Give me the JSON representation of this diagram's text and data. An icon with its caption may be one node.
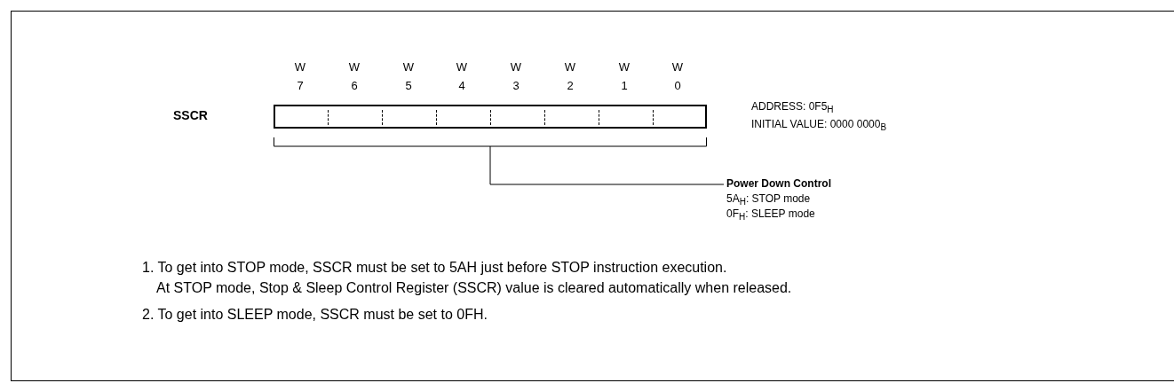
{
  "diagram": {
    "nodes": [
      {
        "text": [],
        "shape": "box"
      },
      {
        "text": [
          "Power Down Control",
          "5A$_{H}$: STOP mode",
          "0F$_{H}$: SLEEP mode"
        ]
      }
    ],
    "edges": [
      {
        "from": 0,
        "to": 1,
        "arrow": "none"
      }
    ],
    "labels": [
      "W",
      "W",
      "W",
      "W",
      "W",
      "W",
      "W",
      "W",
      "7",
      "6",
      "5",
      "4",
      "3",
      "2",
      "1",
      "0",
      "SSCR",
      "ADDRESS: 0F5$_{H}$",
      "INITIAL VALUE: 0000 0000$_{B}$",
      "1. To get into STOP mode, SSCR must be set to 5AH just before STOP instruction execution.",
      "At STOP mode, Stop & Sleep Control Register (SSCR) value is cleared automatically when released.",
      "2. To get into SLEEP mode, SSCR must be set to 0FH."
    ]
  }
}
